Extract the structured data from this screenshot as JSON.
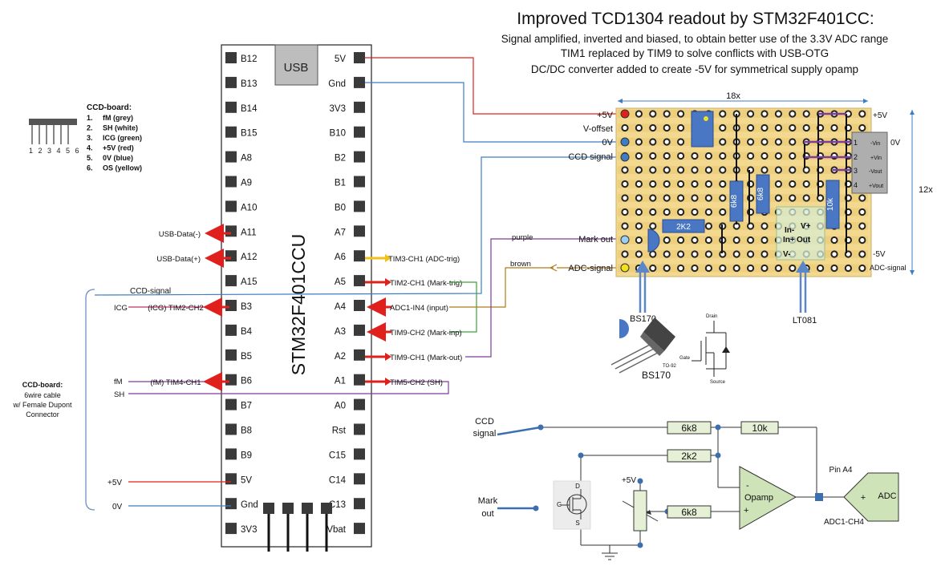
{
  "title": "Improved TCD1304 readout by STM32F401CC:",
  "subtitle_lines": [
    "Signal amplified, inverted and biased, to obtain better use of the 3.3V ADC range",
    "TIM1 replaced by TIM9 to solve conflicts with USB-OTG",
    "DC/DC converter added to create -5V for symmetrical supply opamp"
  ],
  "mcu": {
    "name": "STM32F401CCU",
    "usb": "USB",
    "left_pins": [
      "B12",
      "B13",
      "B14",
      "B15",
      "A8",
      "A9",
      "A10",
      "A11",
      "A12",
      "A15",
      "B3",
      "B4",
      "B5",
      "B6",
      "B7",
      "B8",
      "B9",
      "5V",
      "Gnd",
      "3V3"
    ],
    "right_pins": [
      "5V",
      "Gnd",
      "3V3",
      "B10",
      "B2",
      "B1",
      "B0",
      "A7",
      "A6",
      "A5",
      "A4",
      "A3",
      "A2",
      "A1",
      "A0",
      "Rst",
      "C15",
      "C14",
      "C13",
      "Vbat"
    ]
  },
  "pin_labels": {
    "usb_minus": "USB-Data(-)",
    "usb_plus": "USB-Data(+)",
    "tim3": "TIM3-CH1 (ADC-trig)",
    "tim2_ch1": "TIM2-CH1 (Mark-trig)",
    "adc_in4": "ADC1-IN4 (input)",
    "tim9_ch2": "TIM9-CH2 (Mark-inp)",
    "tim9_ch1": "TIM9-CH1 (Mark-out)",
    "tim5": "TIM5-CH2 (SH)",
    "icg_tim2": "(ICG) TIM2-CH2",
    "fm_tim4": "(fM) TIM4-CH1",
    "ccd_signal": "CCD-signal",
    "icg": "ICG",
    "fm": "fM",
    "sh": "SH",
    "plus5v": "+5V",
    "zero_v": "0V"
  },
  "ccd_board": {
    "title": "CCD-board:",
    "items": [
      {
        "n": "1.",
        "t": "fM  (grey)"
      },
      {
        "n": "2.",
        "t": "SH  (white)"
      },
      {
        "n": "3.",
        "t": "ICG (green)"
      },
      {
        "n": "4.",
        "t": "+5V (red)"
      },
      {
        "n": "5.",
        "t": "0V  (blue)"
      },
      {
        "n": "6.",
        "t": "OS  (yellow)"
      }
    ],
    "header_numbers": "1 2 3 4 5 6",
    "cable_label_lines": [
      "CCD-board:",
      "6wire cable",
      "w/ Female Dupont",
      "Connector"
    ]
  },
  "board": {
    "width_label": "18x",
    "height_label": "12x",
    "left_labels": [
      "+5V",
      "V-offset",
      "0V",
      "CCD signal",
      "Mark out",
      "ADC-signal"
    ],
    "right_labels": [
      "+5V",
      "0V",
      "-5V",
      "ADC-signal"
    ],
    "dcdc_labels": [
      "1",
      "2",
      "3",
      "4",
      "-Vin",
      "+Vin",
      "-Vout",
      "+Vout"
    ],
    "resistors": [
      "6k8",
      "6k8",
      "10k",
      "2K2"
    ],
    "opamp_pins": [
      "V+",
      "In-",
      "In+",
      "Out",
      "V-"
    ],
    "wire_colors": [
      "purple",
      "brown"
    ]
  },
  "components": {
    "bs170_top": "BS170",
    "bs170_bottom": "BS170",
    "to92": "TO-92",
    "drain": "Drain",
    "gate": "Gate",
    "source": "Source",
    "lt081": "LT081"
  },
  "schematic": {
    "ccd_signal_lines": [
      "CCD",
      "signal"
    ],
    "mark_out_lines": [
      "Mark",
      "out"
    ],
    "r1": "6k8",
    "r2": "10k",
    "r3": "2k2",
    "r4": "6k8",
    "plus5v": "+5V",
    "opamp": "Opamp",
    "minus": "-",
    "plus": "+",
    "pin_a4": "Pin A4",
    "adc": "ADC",
    "adc_plus": "+",
    "adc_ch4": "ADC1-CH4",
    "mosfet_pins": [
      "D",
      "G",
      "S"
    ]
  },
  "colors": {
    "red": "#e0201c",
    "blue": "#3c7dc4",
    "purple": "#7d3c98",
    "brown": "#b07a1a",
    "yellow": "#f2c21a",
    "green": "#3aa23a",
    "board": "#f3d98f",
    "resistor": "#4a77c3"
  }
}
